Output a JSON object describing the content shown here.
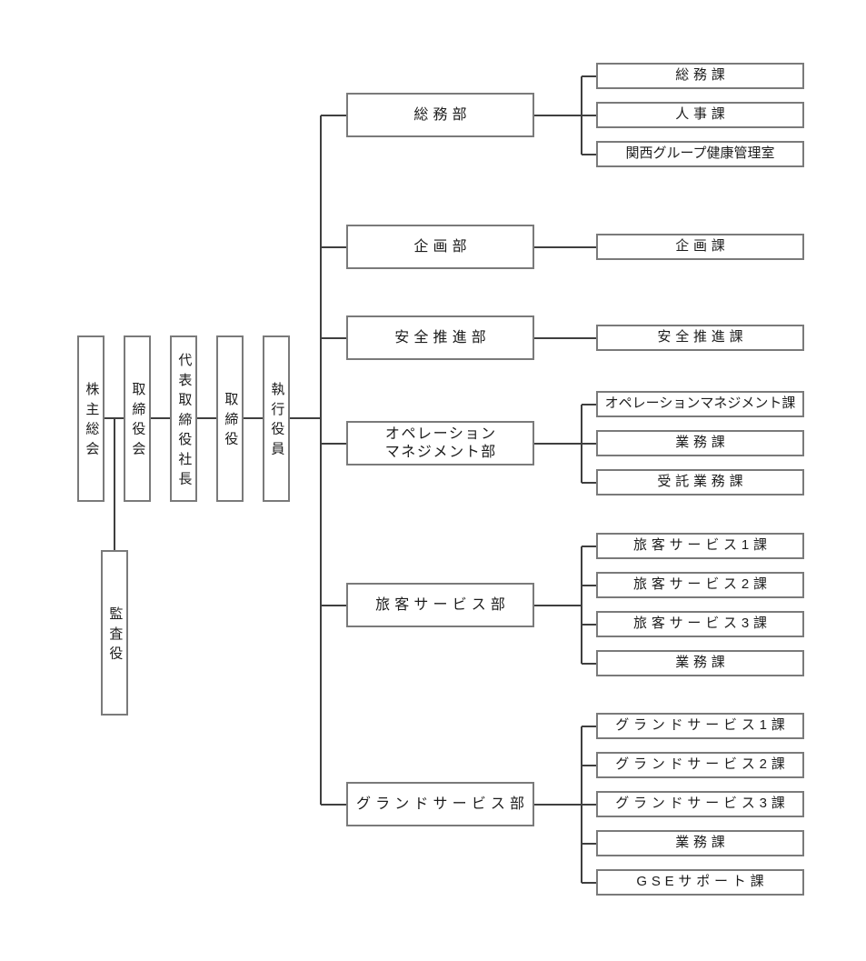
{
  "page": {
    "background_color": "#ffffff",
    "connector_color": "#3f3f3f",
    "box_border_color": "#7a7a7a",
    "text_color": "#1c1c1c"
  },
  "governance": {
    "chain": [
      {
        "label": "株主総会"
      },
      {
        "label": "取締役会"
      },
      {
        "label": "代表取締役社長"
      },
      {
        "label": "取締役"
      },
      {
        "label": "執行役員"
      }
    ],
    "audit": {
      "label": "監査役"
    }
  },
  "departments": [
    {
      "label": "総務部",
      "sections": [
        {
          "label": "総務課"
        },
        {
          "label": "人事課"
        },
        {
          "label": "関西グループ健康管理室"
        }
      ]
    },
    {
      "label": "企画部",
      "sections": [
        {
          "label": "企画課"
        }
      ]
    },
    {
      "label": "安全推進部",
      "sections": [
        {
          "label": "安全推進課"
        }
      ]
    },
    {
      "label": "オペレーションマネジメント部",
      "label_lines": [
        "オペレーション",
        "マネジメント部"
      ],
      "sections": [
        {
          "label": "オペレーションマネジメント課"
        },
        {
          "label": "業務課"
        },
        {
          "label": "受託業務課"
        }
      ]
    },
    {
      "label": "旅客サービス部",
      "sections": [
        {
          "label": "旅客サービス1課"
        },
        {
          "label": "旅客サービス2課"
        },
        {
          "label": "旅客サービス3課"
        },
        {
          "label": "業務課"
        }
      ]
    },
    {
      "label": "グランドサービス部",
      "sections": [
        {
          "label": "グランドサービス1課"
        },
        {
          "label": "グランドサービス2課"
        },
        {
          "label": "グランドサービス3課"
        },
        {
          "label": "業務課"
        },
        {
          "label": "GSEサポート課"
        }
      ]
    }
  ]
}
